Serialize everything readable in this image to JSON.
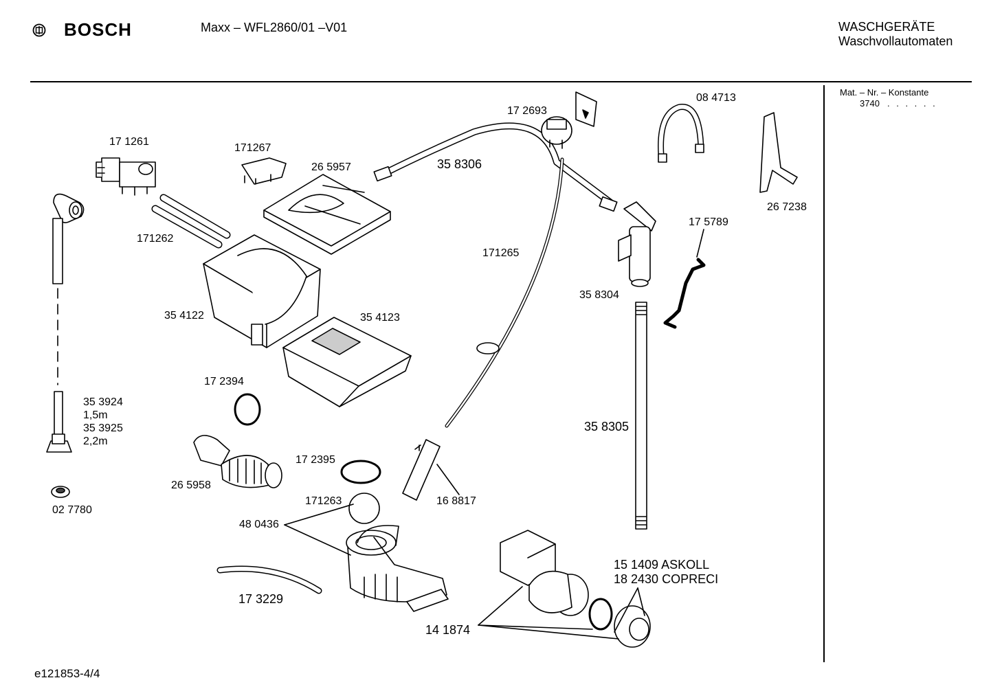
{
  "header": {
    "brand": "BOSCH",
    "model": "Maxx – WFL2860/01 –V01",
    "category_line1": "WASCHGERÄTE",
    "category_line2": "Waschvollautomaten"
  },
  "sidebar": {
    "mat_label": "Mat. – Nr. – Konstante",
    "mat_value": "3740",
    "mat_dots": ". . . . . ."
  },
  "footer": {
    "doc_id": "e121853-4/4"
  },
  "parts": {
    "p171261": "17 1261",
    "p171267": "171267",
    "p265957": "26 5957",
    "p358306": "35 8306",
    "p172693": "17 2693",
    "p084713": "08 4713",
    "p267238": "26 7238",
    "p171262": "171262",
    "p171265": "171265",
    "p175789": "17 5789",
    "p358304": "35 8304",
    "p354122": "35 4122",
    "p354123": "35 4123",
    "p353924": "35 3924",
    "len1": "1,5m",
    "p353925": "35 3925",
    "len2": "2,2m",
    "p172394": "17 2394",
    "p358305": "35 8305",
    "p265958": "26 5958",
    "p172395": "17 2395",
    "p168817": "16 8817",
    "p027780": "02 7780",
    "p171263": "171263",
    "p480436": "48 0436",
    "p151409": "15 1409  ASKOLL",
    "p182430": "18 2430  COPRECI",
    "p173229": "17 3229",
    "p141874": "14 1874"
  }
}
